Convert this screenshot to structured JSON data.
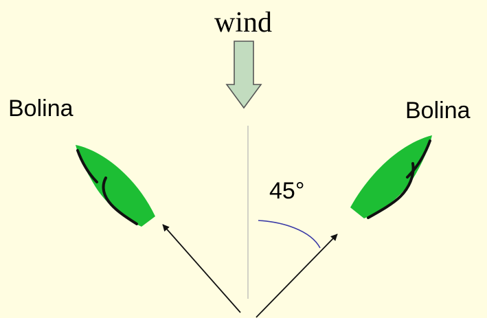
{
  "wind_label": "wind",
  "left_boat_label": "Bolina",
  "right_boat_label": "Bolina",
  "angle_label": "45°",
  "colors": {
    "background": "#fffde1",
    "boat_hull": "#1dbe34",
    "sail": "#111111",
    "wind_arrow_fill": "#c2dcbf",
    "wind_arrow_stroke": "#555555",
    "wind_axis": "#b4b4b4",
    "angle_arc": "#3a3aa6",
    "course_arrow": "#111111"
  }
}
